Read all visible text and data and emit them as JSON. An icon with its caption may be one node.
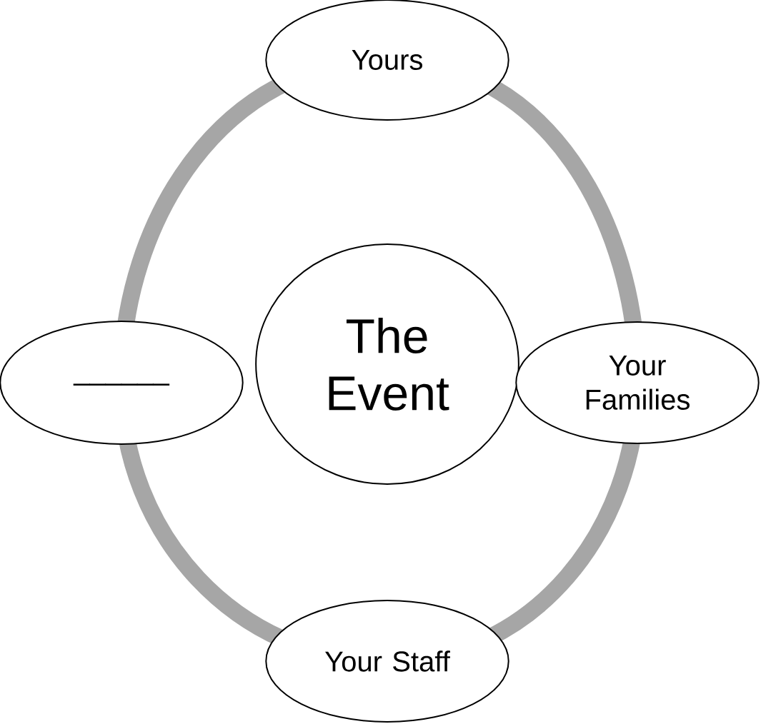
{
  "diagram": {
    "nodes": [
      {
        "text": [
          "Yours"
        ]
      },
      {
        "text": [
          "______"
        ]
      },
      {
        "text": [
          "The Event"
        ]
      },
      {
        "text": [
          "Your Families"
        ]
      },
      {
        "text": [
          "Your Staff"
        ]
      }
    ],
    "edges": [
      {
        "from": 0,
        "to": 3,
        "arrow": "none"
      },
      {
        "from": 3,
        "to": 4,
        "arrow": "none"
      },
      {
        "from": 4,
        "to": 1,
        "arrow": "none"
      },
      {
        "from": 1,
        "to": 0,
        "arrow": "none"
      }
    ]
  }
}
